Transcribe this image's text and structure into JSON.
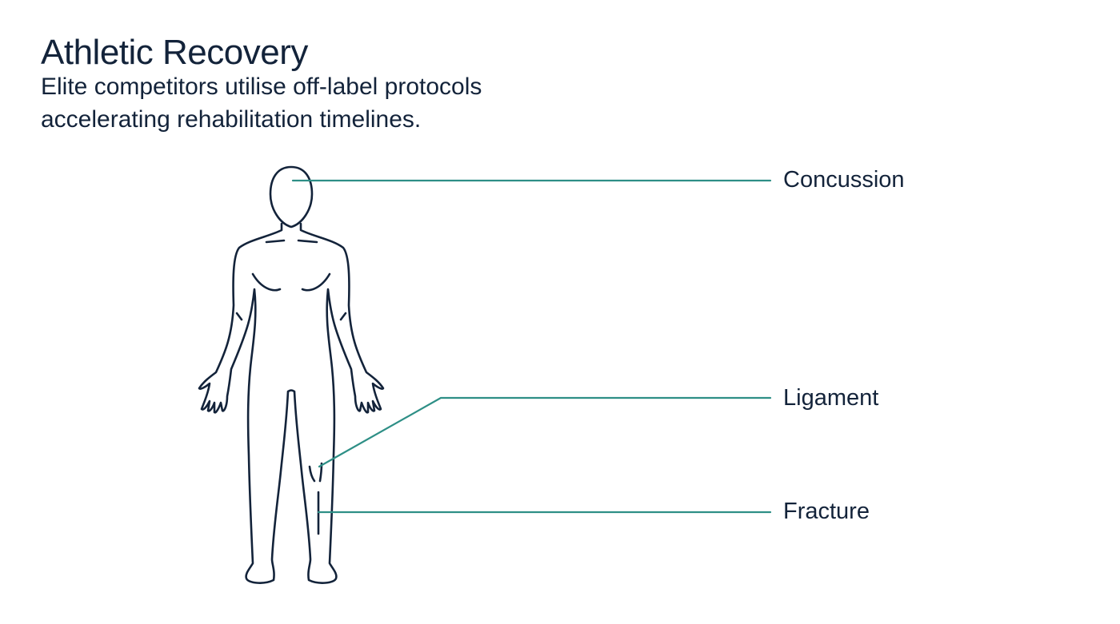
{
  "header": {
    "title": "Athletic Recovery",
    "subtitle_line1": "Elite competitors utilise off-label protocols",
    "subtitle_line2": "accelerating rehabilitation timelines."
  },
  "callouts": [
    {
      "label": "Concussion"
    },
    {
      "label": "Ligament"
    },
    {
      "label": "Fracture"
    }
  ],
  "colors": {
    "outline": "#13233a",
    "leader": "#2e8f86"
  },
  "icons": {
    "figure": "human-body-outline"
  }
}
